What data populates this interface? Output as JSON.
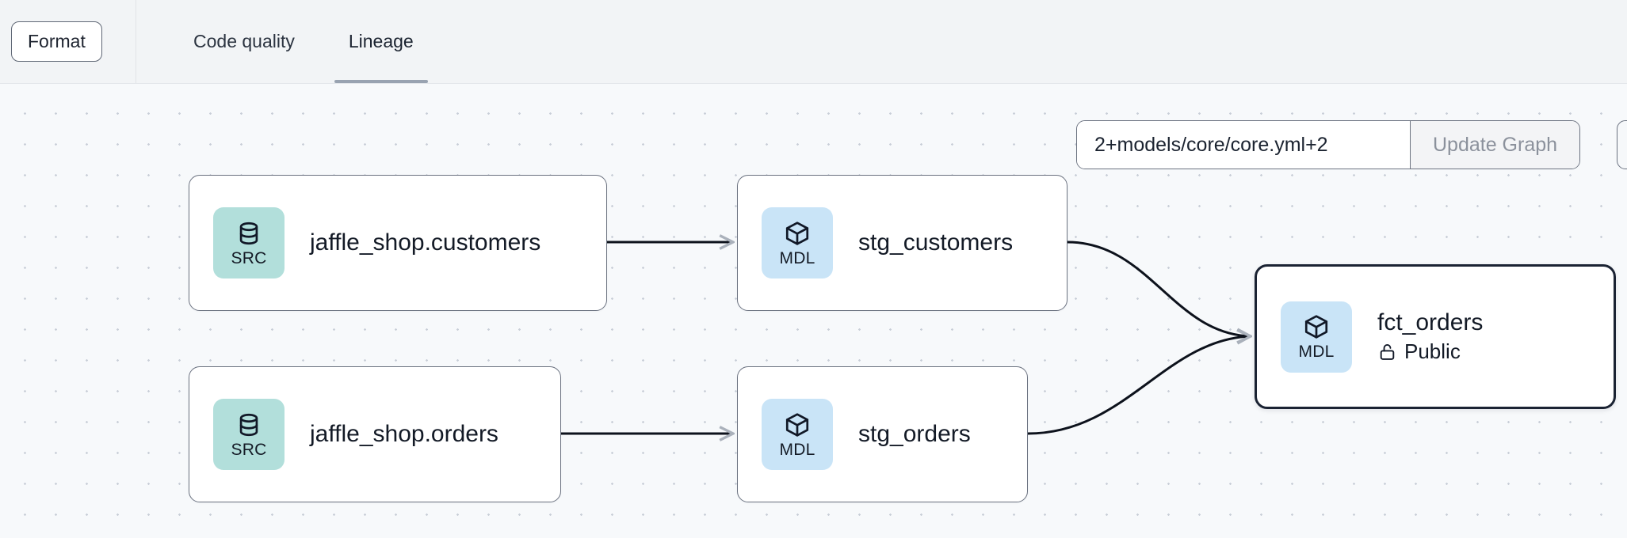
{
  "toolbar": {
    "format_label": "Format",
    "tabs": [
      {
        "label": "Code quality",
        "active": false
      },
      {
        "label": "Lineage",
        "active": true
      }
    ]
  },
  "selector": {
    "value": "2+models/core/core.yml+2",
    "placeholder": "2+models/core/core.yml+2",
    "update_label": "Update Graph"
  },
  "graph": {
    "nodes": [
      {
        "id": "jaffle_shop_customers",
        "title": "jaffle_shop.customers",
        "badge": "SRC",
        "badge_icon": "database-icon",
        "selected": false,
        "subtitle": ""
      },
      {
        "id": "jaffle_shop_orders",
        "title": "jaffle_shop.orders",
        "badge": "SRC",
        "badge_icon": "database-icon",
        "selected": false,
        "subtitle": ""
      },
      {
        "id": "stg_customers",
        "title": "stg_customers",
        "badge": "MDL",
        "badge_icon": "cube-icon",
        "selected": false,
        "subtitle": ""
      },
      {
        "id": "stg_orders",
        "title": "stg_orders",
        "badge": "MDL",
        "badge_icon": "cube-icon",
        "selected": false,
        "subtitle": ""
      },
      {
        "id": "fct_orders",
        "title": "fct_orders",
        "badge": "MDL",
        "badge_icon": "cube-icon",
        "selected": true,
        "subtitle": "Public",
        "subtitle_icon": "unlock-icon"
      }
    ],
    "edges": [
      {
        "from": "jaffle_shop_customers",
        "to": "stg_customers"
      },
      {
        "from": "jaffle_shop_orders",
        "to": "stg_orders"
      },
      {
        "from": "stg_customers",
        "to": "fct_orders"
      },
      {
        "from": "stg_orders",
        "to": "fct_orders"
      }
    ]
  },
  "colors": {
    "src_badge": "#b2dfdb",
    "mdl_badge": "#c9e4f7",
    "node_border": "#6b7280",
    "selected_border": "#1b2333",
    "canvas_bg": "#f7f9fb",
    "toolbar_bg": "#f2f4f6",
    "tab_underline": "#99a3b1",
    "edge_stroke": "#0d121c"
  }
}
